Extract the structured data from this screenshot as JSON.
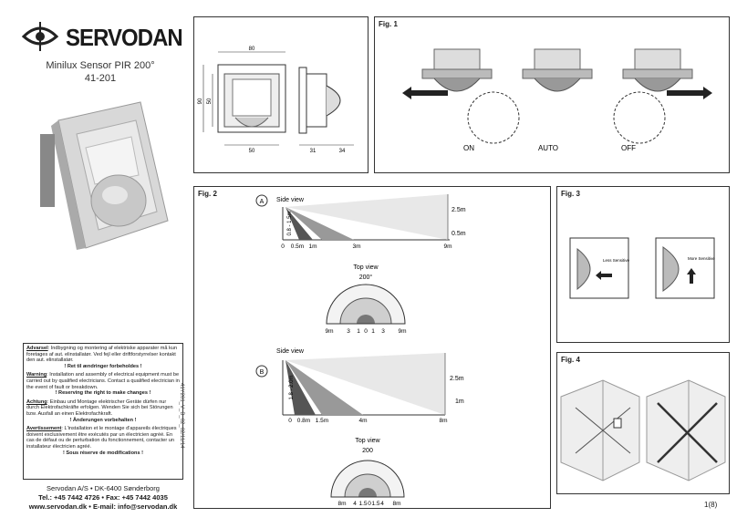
{
  "brand": {
    "name": "SERVODAN",
    "product": "Minilux Sensor PIR 200°",
    "code": "41-201"
  },
  "side_code": "41Y201_V_B_02_02/11/14",
  "dims": {
    "d80": "80",
    "d90": "90",
    "d50a": "50",
    "d50b": "50",
    "d31": "31",
    "d34": "34"
  },
  "fig1": {
    "label": "Fig. 1",
    "modes": [
      "ON",
      "AUTO",
      "OFF"
    ]
  },
  "fig2": {
    "label": "Fig. 2",
    "a": {
      "marker": "A",
      "side_view": "Side view",
      "height": "0.8 - 1.5m",
      "r1": "2.5m",
      "r2": "0.5m",
      "ticks": [
        "0",
        "0.5m",
        "1m",
        "3m",
        "9m"
      ],
      "top_view": "Top view",
      "angle": "200°",
      "top_ticks": [
        "9m",
        "3",
        "1",
        "0",
        "1",
        "3",
        "9m"
      ]
    },
    "b": {
      "marker": "B",
      "side_view": "Side view",
      "height": "1.8 - 2.0m",
      "r1": "2.5m",
      "r2": "1m",
      "ticks": [
        "0",
        "0.8m",
        "1.5m",
        "4m",
        "8m"
      ],
      "top_view": "Top view",
      "angle": "200",
      "top_ticks": [
        "8m",
        "4",
        "1.5",
        "0",
        "1.5",
        "4",
        "8m"
      ]
    }
  },
  "fig3": {
    "label": "Fig. 3",
    "less": "Less Sensitive",
    "more": "More Sensitive"
  },
  "fig4": {
    "label": "Fig. 4"
  },
  "warnings": {
    "da_title": "Advarsel",
    "da_text": ": Indbygning og montering af elektriske apparater må kun foretages af aut. elinstallatør. Ved fejl eller driftforstyrrelser kontakt den aut. elinstallatør.",
    "da_note": "! Ret til ændringer forbeholdes !",
    "en_title": "Warning",
    "en_text": ": Installation and assembly of electrical equipment must be carried out by qualified electricians. Contact a qualified electrician in the event of fault or breakdown.",
    "en_note": "! Reserving the right to make changes !",
    "de_title": "Achtung",
    "de_text": ": Einbau und Montage elektrischer Geräte dürfen nur durch Elektrofachkräfte erfolgen. Wenden Sie sich bei Störungen bzw. Ausfall an einen Elektrofachkraft.",
    "de_note": "! Änderungen vorbehalten !",
    "fr_title": "Avertissement",
    "fr_text": ": L'installation et le montage d'appareils électriques doivent exclusivement être exécutés par un électricien agréé. En cas de défaut ou de perturbation du fonctionnement, contacter un installateur électricien agréé.",
    "fr_note": "! Sous réserve de modifications !"
  },
  "footer": {
    "company": "Servodan A/S • DK-6400 Sønderborg",
    "phone": "Tel.: +45 7442 4726 • Fax: +45 7442 4035",
    "web": "www.servodan.dk • E-mail: info@servodan.dk"
  },
  "page": "1(8)"
}
